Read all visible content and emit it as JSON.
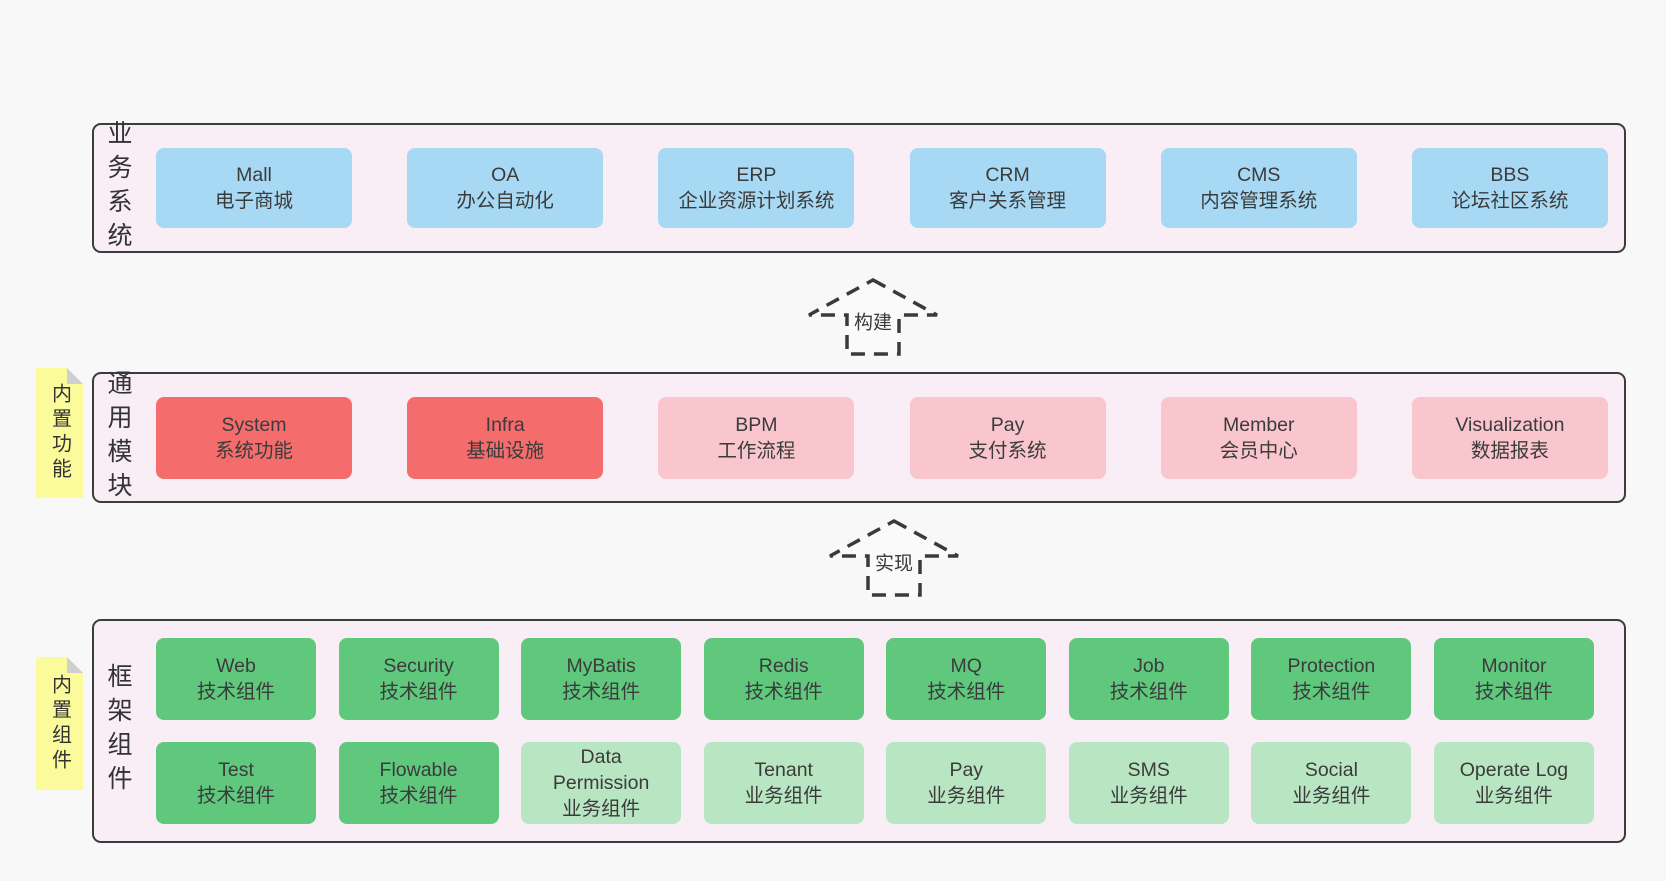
{
  "colors": {
    "page_bg": "#f8f8f8",
    "panel_bg": "#f9edf6",
    "panel_border": "#3c3c3c",
    "box_blue": "#a8d9f4",
    "box_red": "#f56c6c",
    "box_pink": "#f9c6ce",
    "box_green": "#5fc87c",
    "box_green_light": "#b8e6c3",
    "sticky_yellow": "#fbfb9b",
    "sticky_fold": "#cfcfcf",
    "text": "#3a3a3a"
  },
  "layers": [
    {
      "id": "business",
      "label": "业务系统",
      "sticky": null,
      "rows": [
        [
          {
            "en": "Mall",
            "zh": "电子商城",
            "type": "blue"
          },
          {
            "en": "OA",
            "zh": "办公自动化",
            "type": "blue"
          },
          {
            "en": "ERP",
            "zh": "企业资源计划系统",
            "type": "blue"
          },
          {
            "en": "CRM",
            "zh": "客户关系管理",
            "type": "blue"
          },
          {
            "en": "CMS",
            "zh": "内容管理系统",
            "type": "blue"
          },
          {
            "en": "BBS",
            "zh": "论坛社区系统",
            "type": "blue"
          }
        ]
      ]
    },
    {
      "id": "modules",
      "label": "通用模块",
      "sticky": "内置功能",
      "rows": [
        [
          {
            "en": "System",
            "zh": "系统功能",
            "type": "red"
          },
          {
            "en": "Infra",
            "zh": "基础设施",
            "type": "red"
          },
          {
            "en": "BPM",
            "zh": "工作流程",
            "type": "pink"
          },
          {
            "en": "Pay",
            "zh": "支付系统",
            "type": "pink"
          },
          {
            "en": "Member",
            "zh": "会员中心",
            "type": "pink"
          },
          {
            "en": "Visualization",
            "zh": "数据报表",
            "type": "pink"
          }
        ]
      ]
    },
    {
      "id": "components",
      "label": "框架组件",
      "sticky": "内置组件",
      "rows": [
        [
          {
            "en": "Web",
            "zh": "技术组件",
            "type": "green"
          },
          {
            "en": "Security",
            "zh": "技术组件",
            "type": "green"
          },
          {
            "en": "MyBatis",
            "zh": "技术组件",
            "type": "green"
          },
          {
            "en": "Redis",
            "zh": "技术组件",
            "type": "green"
          },
          {
            "en": "MQ",
            "zh": "技术组件",
            "type": "green"
          },
          {
            "en": "Job",
            "zh": "技术组件",
            "type": "green"
          },
          {
            "en": "Protection",
            "zh": "技术组件",
            "type": "green"
          },
          {
            "en": "Monitor",
            "zh": "技术组件",
            "type": "green"
          }
        ],
        [
          {
            "en": "Test",
            "zh": "技术组件",
            "type": "green"
          },
          {
            "en": "Flowable",
            "zh": "技术组件",
            "type": "green"
          },
          {
            "en": "Data\nPermission",
            "zh": "业务组件",
            "type": "green_light"
          },
          {
            "en": "Tenant",
            "zh": "业务组件",
            "type": "green_light"
          },
          {
            "en": "Pay",
            "zh": "业务组件",
            "type": "green_light"
          },
          {
            "en": "SMS",
            "zh": "业务组件",
            "type": "green_light"
          },
          {
            "en": "Social",
            "zh": "业务组件",
            "type": "green_light"
          },
          {
            "en": "Operate Log",
            "zh": "业务组件",
            "type": "green_light"
          }
        ]
      ]
    }
  ],
  "arrows": [
    {
      "label": "构建"
    },
    {
      "label": "实现"
    }
  ]
}
